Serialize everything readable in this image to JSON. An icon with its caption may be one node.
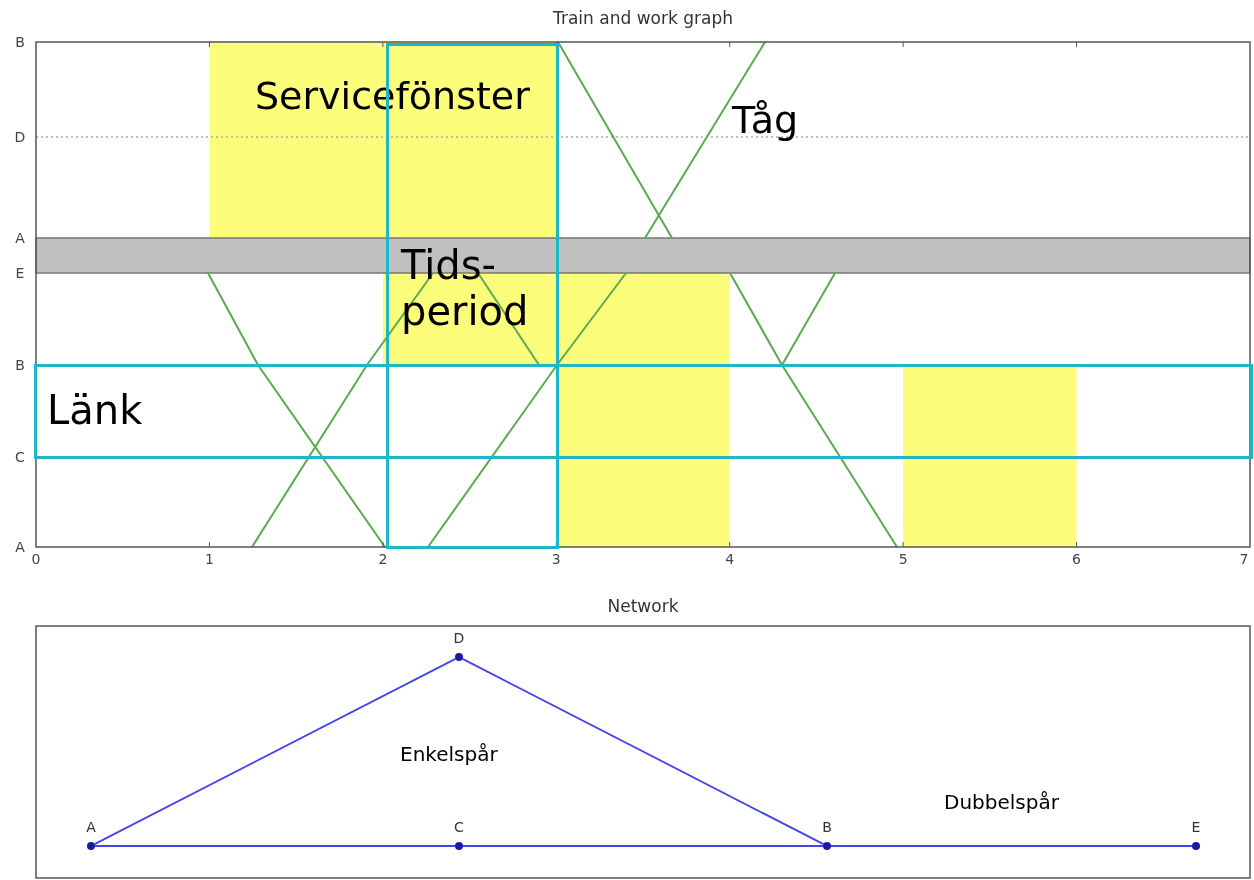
{
  "diagram": {
    "title": "Train and work graph",
    "nodes": [
      {
        "text": [
          "Tids-period"
        ]
      },
      {
        "text": [
          "Länk"
        ]
      },
      {
        "text": [
          "A"
        ]
      },
      {
        "text": [
          "D"
        ]
      },
      {
        "text": [
          "C"
        ]
      },
      {
        "text": [
          "B"
        ]
      },
      {
        "text": [
          "E"
        ]
      }
    ],
    "edges": [
      {
        "from": 2,
        "to": 3,
        "arrow": "none"
      },
      {
        "from": 3,
        "to": 5,
        "arrow": "none"
      },
      {
        "from": 2,
        "to": 4,
        "arrow": "none"
      },
      {
        "from": 4,
        "to": 5,
        "arrow": "none"
      },
      {
        "from": 5,
        "to": 6,
        "arrow": "none"
      }
    ],
    "labels": [
      "Servicefönster",
      "Tåg",
      "B",
      "D",
      "A",
      "E",
      "B",
      "C",
      "A",
      "0",
      "1",
      "2",
      "3",
      "4",
      "5",
      "6",
      "7",
      "Network",
      "Enkelspår",
      "Dubbelspår"
    ]
  }
}
